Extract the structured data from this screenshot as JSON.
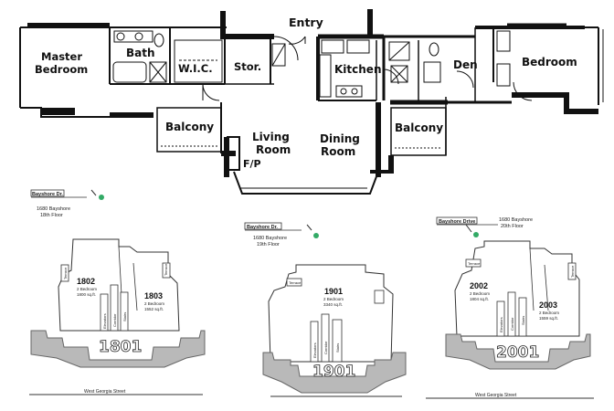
{
  "main_plan": {
    "entry": "Entry",
    "master_bedroom_1": "Master",
    "master_bedroom_2": "Bedroom",
    "bath": "Bath",
    "wic": "W.I.C.",
    "storage": "Stor.",
    "kitchen": "Kitchen",
    "den": "Den",
    "bedroom": "Bedroom",
    "balcony_left": "Balcony",
    "balcony_right": "Balcony",
    "living_1": "Living",
    "living_2": "Room",
    "dining_1": "Dining",
    "dining_2": "Room",
    "fireplace": "F/P"
  },
  "key_plans": [
    {
      "street_top": "Bayshore Dr.",
      "address_1": "1680 Bayshore",
      "address_2": "18th Floor",
      "unit_a": "1802",
      "unit_a_type": "2 Bedroom",
      "unit_a_area": "1800 sq.ft.",
      "unit_b": "1803",
      "unit_b_type": "2 Bedroom",
      "unit_b_area": "1552 sq.ft.",
      "floor_label": "1801",
      "street_bottom": "West Georgia Street"
    },
    {
      "street_top": "Bayshore Dr.",
      "address_1": "1680 Bayshore",
      "address_2": "19th Floor",
      "unit_a": "1901",
      "unit_a_type": "2 Bedroom",
      "unit_a_area": "3340 sq.ft.",
      "floor_label": "1901"
    },
    {
      "street_top": "Bayshore Drive",
      "address_1": "1680 Bayshore",
      "address_2": "20th Floor",
      "unit_a": "2002",
      "unit_a_type": "2 Bedroom",
      "unit_a_area": "1804 sq.ft.",
      "unit_b": "2003",
      "unit_b_type": "2 Bedroom",
      "unit_b_area": "1559 sq.ft.",
      "floor_label": "2001",
      "street_bottom": "West Georgia Street"
    }
  ],
  "key_labels": {
    "terrace": "Terrace",
    "elevators": "Elevators",
    "corridor": "Corridor",
    "stairs": "Stairs"
  }
}
